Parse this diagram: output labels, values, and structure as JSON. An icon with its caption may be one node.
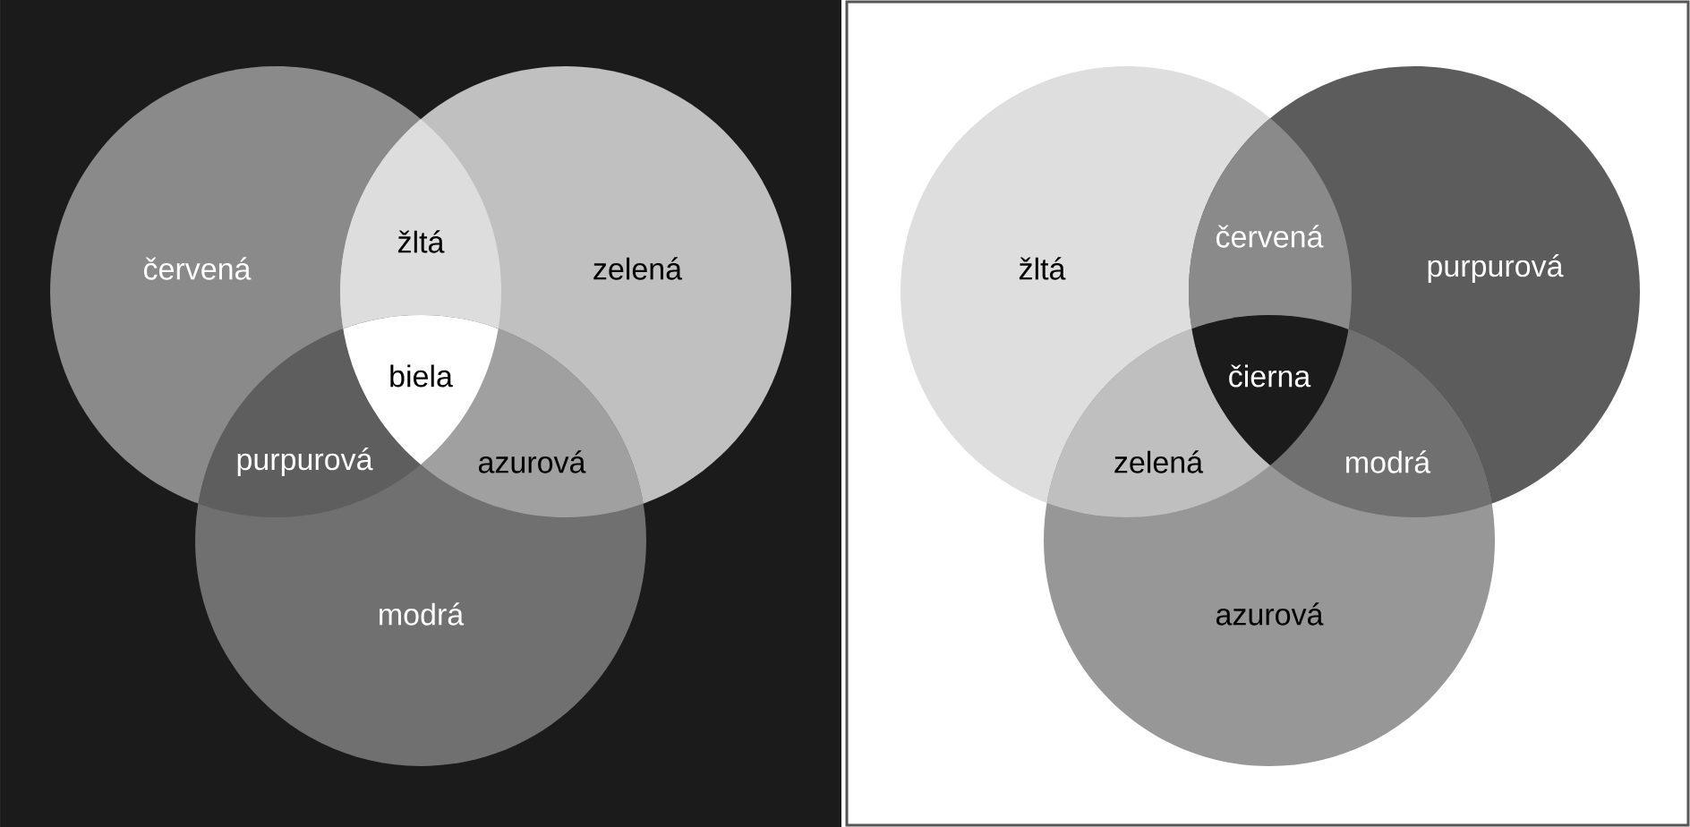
{
  "diagram": {
    "nodes": [
      {
        "text": [
          "červená"
        ]
      },
      {
        "text": [
          "zelená"
        ]
      },
      {
        "text": [
          "modrá"
        ]
      },
      {
        "text": [
          "žltá"
        ]
      },
      {
        "text": [
          "purpurová"
        ]
      },
      {
        "text": [
          "azurová"
        ]
      }
    ],
    "labels": [
      "žltá",
      "biela",
      "purpurová",
      "azurová",
      "červená",
      "čierna",
      "zelená",
      "modrá"
    ]
  }
}
